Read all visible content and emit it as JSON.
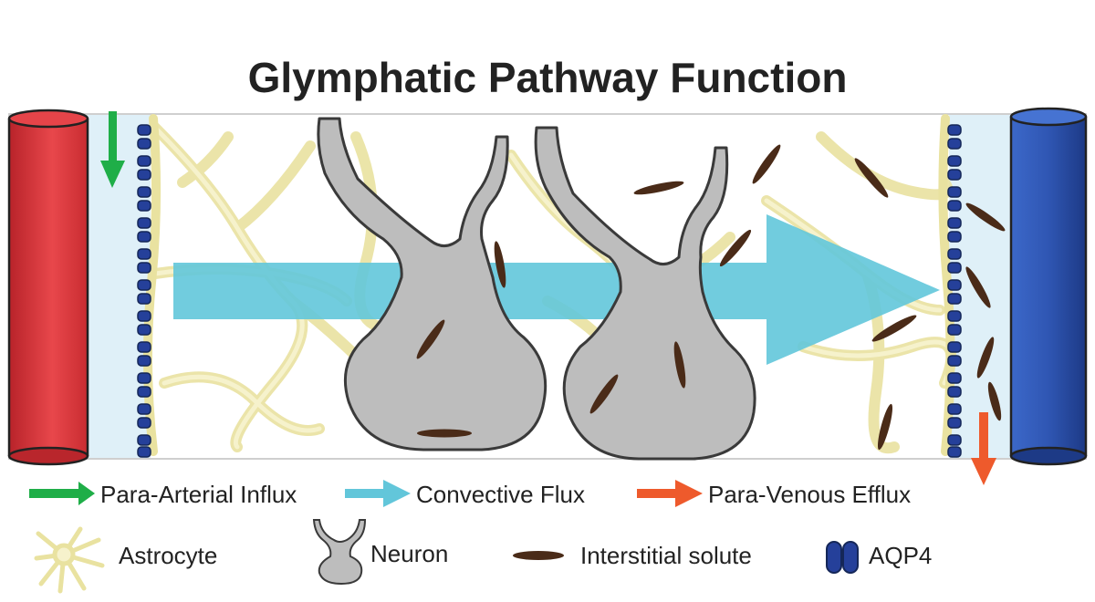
{
  "title": "Glymphatic Pathway Function",
  "colors": {
    "artery": "#e23b3f",
    "vein": "#2f56b3",
    "influx_arrow": "#1fae48",
    "convective_arrow": "#62c6da",
    "efflux_arrow": "#ee5a2c",
    "astrocyte": "#f3efb6",
    "neuron": "#b9b9b9",
    "solute": "#4a2b18",
    "aqp4": "#25409a",
    "perivascular_space": "#dff0f8"
  },
  "legend": {
    "influx": "Para-Arterial Influx",
    "convective": "Convective Flux",
    "efflux": "Para-Venous Efflux",
    "astrocyte": "Astrocyte",
    "neuron": "Neuron",
    "solute": "Interstitial solute",
    "aqp4": "AQP4"
  },
  "icons": {
    "artery": "artery-vessel",
    "vein": "vein-vessel",
    "neuron": "neuron-icon",
    "astrocyte": "astrocyte-icon",
    "solute": "solute-icon",
    "aqp4": "aqp4-channel-icon"
  }
}
